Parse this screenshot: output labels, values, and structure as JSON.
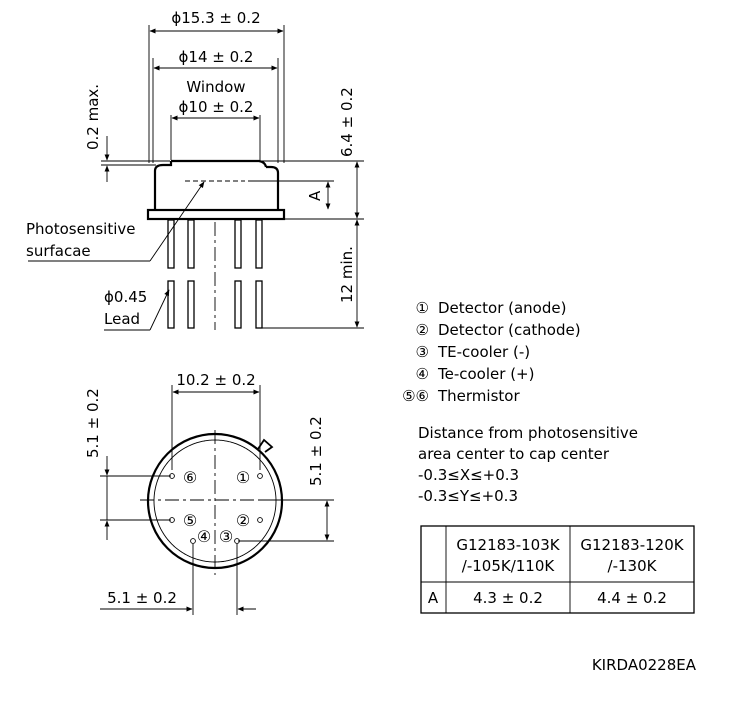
{
  "side_view": {
    "outer_diameter": "ϕ15.3 ± 0.2",
    "cap_diameter": "ϕ14 ± 0.2",
    "window_label": "Window",
    "window_diameter": "ϕ10 ± 0.2",
    "rim_max": "0.2 max.",
    "height": "6.4 ± 0.2",
    "surface_distance_label": "A",
    "lead_length": "12 min.",
    "photosensitive_label_line1": "Photosensitive",
    "photosensitive_label_line2": "surfacae",
    "lead_diameter": "ϕ0.45",
    "lead_label": "Lead"
  },
  "bottom_view": {
    "pin_spacing_x": "10.2 ± 0.2",
    "pin_spacing_y_left": "5.1 ± 0.2",
    "pin_spacing_y_right": "5.1 ± 0.2",
    "pin_spacing_bottom": "5.1 ± 0.2",
    "pins": [
      "①",
      "②",
      "③",
      "④",
      "⑤",
      "⑥"
    ]
  },
  "pin_legend": [
    {
      "mark": "①",
      "text": "Detector (anode)"
    },
    {
      "mark": "②",
      "text": "Detector (cathode)"
    },
    {
      "mark": "③",
      "text": "TE-cooler (-)"
    },
    {
      "mark": "④",
      "text": "Te-cooler (+)"
    },
    {
      "mark": "⑤⑥",
      "text": "Thermistor"
    }
  ],
  "tolerance_note": [
    "Distance from photosensitive",
    "area center to cap center",
    "-0.3≤X≤+0.3",
    "-0.3≤Y≤+0.3"
  ],
  "table": {
    "headers": [
      [
        "",
        ""
      ],
      [
        "G12183-103K",
        "/-105K/110K"
      ],
      [
        "G12183-120K",
        "/-130K"
      ]
    ],
    "rows": [
      [
        "A",
        "4.3 ± 0.2",
        "4.4 ± 0.2"
      ]
    ]
  },
  "drawing_code": "KIRDA0228EA"
}
